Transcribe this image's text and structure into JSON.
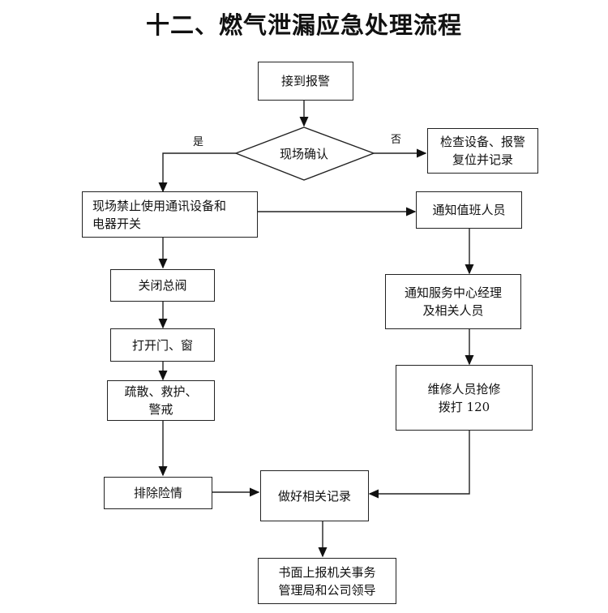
{
  "title": "十二、燃气泄漏应急处理流程",
  "nodes": {
    "receive_alarm": "接到报警",
    "onsite_confirm": "现场确认",
    "check_equipment": "检查设备、报警\n复位并记录",
    "prohibit_devices": "现场禁止使用通讯设备和\n电器开关",
    "notify_duty": "通知值班人员",
    "close_valve": "关闭总阀",
    "notify_manager": "通知服务中心经理\n及相关人员",
    "open_windows": "打开门、窗",
    "evacuate": "疏散、救护、\n警戒",
    "repair": "维修人员抢修\n拨打 120",
    "eliminate": "排除险情",
    "record": "做好相关记录",
    "report": "书面上报机关事务\n管理局和公司领导"
  },
  "edge_labels": {
    "yes": "是",
    "no": "否"
  }
}
